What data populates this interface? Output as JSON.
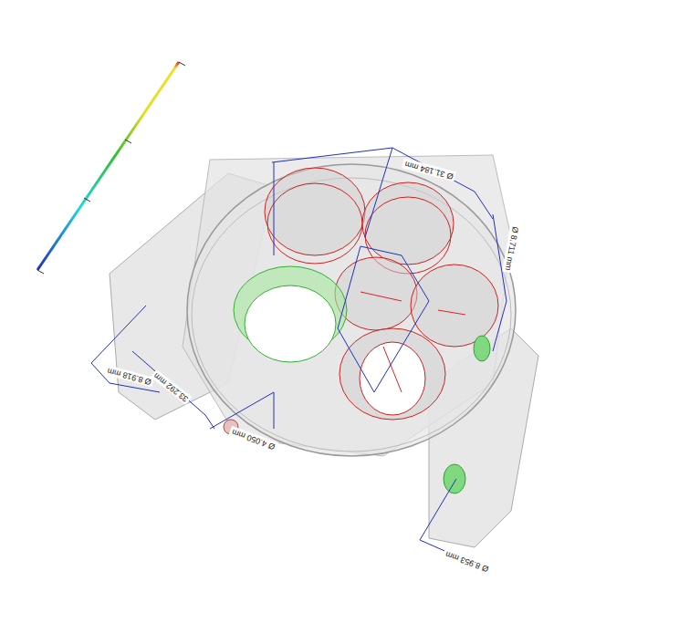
{
  "diagram": {
    "labels": [
      "Ø 31.184 mm",
      "Ø 8.711 mm",
      "Ø 8.918 mm",
      "33.292 mm",
      "Ø 4.050 mm",
      "Ø 8.953 mm"
    ]
  }
}
